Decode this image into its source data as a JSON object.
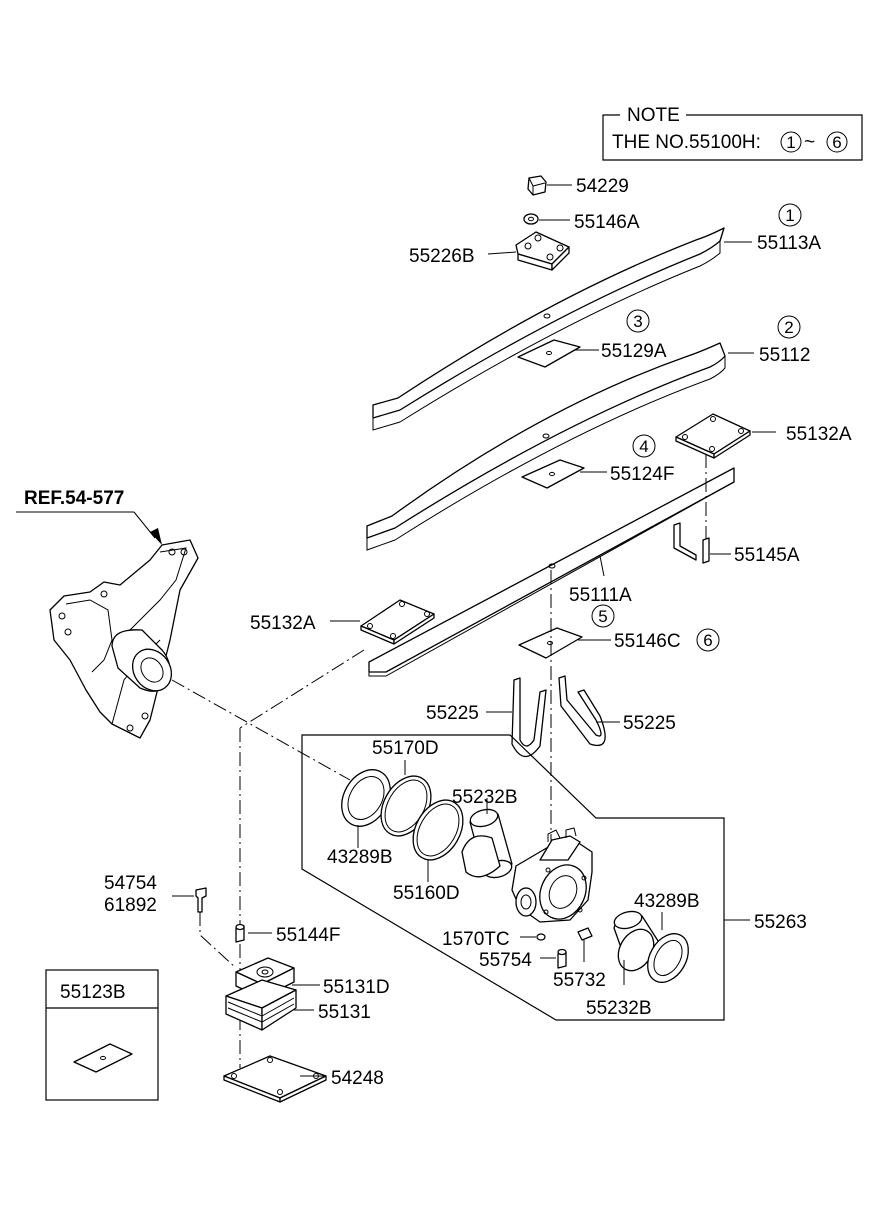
{
  "note": {
    "title": "NOTE",
    "text": "THE NO.55100H:",
    "range_from": "1",
    "range_sep": "~",
    "range_to": "6"
  },
  "ref_label": "REF.54-577",
  "parts": {
    "p54229": "54229",
    "p55146A": "55146A",
    "p55226B": "55226B",
    "p55113A": "55113A",
    "p55129A": "55129A",
    "p55112": "55112",
    "p55132A_right": "55132A",
    "p55124F": "55124F",
    "p55145A": "55145A",
    "p55111A": "55111A",
    "p55132A_left": "55132A",
    "p55146C": "55146C",
    "p55225_left": "55225",
    "p55225_right": "55225",
    "p55170D": "55170D",
    "p55232B_top": "55232B",
    "p43289B_left": "43289B",
    "p55160D": "55160D",
    "p43289B_right": "43289B",
    "p55263": "55263",
    "p1570TC": "1570TC",
    "p55754": "55754",
    "p55732": "55732",
    "p55232B_bottom": "55232B",
    "p54754": "54754",
    "p61892": "61892",
    "p55144F": "55144F",
    "p55131D": "55131D",
    "p55131": "55131",
    "p54248": "54248",
    "p55123B": "55123B"
  },
  "callouts": {
    "c1": "1",
    "c2": "2",
    "c3": "3",
    "c4": "4",
    "c5": "5",
    "c6": "6"
  }
}
